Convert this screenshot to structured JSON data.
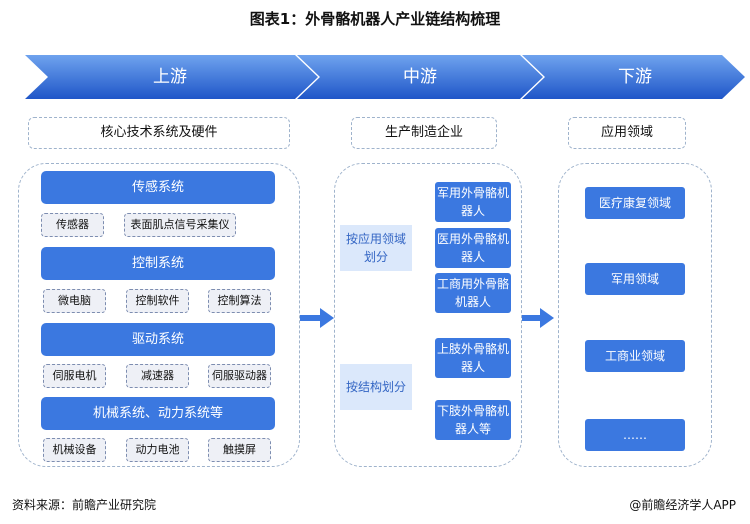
{
  "title": "图表1：外骨骼机器人产业链结构梳理",
  "stages": {
    "upstream": "上游",
    "midstream": "中游",
    "downstream": "下游"
  },
  "section_labels": {
    "upstream": "核心技术系统及硬件",
    "midstream": "生产制造企业",
    "downstream": "应用领域"
  },
  "upstream": {
    "groups": [
      {
        "name": "传感系统",
        "items": [
          "传感器",
          "表面肌点信号采集仪"
        ]
      },
      {
        "name": "控制系统",
        "items": [
          "微电脑",
          "控制软件",
          "控制算法"
        ]
      },
      {
        "name": "驱动系统",
        "items": [
          "伺服电机",
          "减速器",
          "伺服驱动器"
        ]
      },
      {
        "name": "机械系统、动力系统等",
        "items": [
          "机械设备",
          "动力电池",
          "触摸屏"
        ]
      }
    ]
  },
  "midstream": {
    "by_application": {
      "label": "按应用领域划分",
      "items": [
        "军用外骨骼机器人",
        "医用外骨骼机器人",
        "工商用外骨骼机器人"
      ]
    },
    "by_structure": {
      "label": "按结构划分",
      "items": [
        "上肢外骨骼机器人",
        "下肢外骨骼机器人等"
      ]
    }
  },
  "downstream": {
    "items": [
      "医疗康复领域",
      "军用领域",
      "工商业领域",
      "……"
    ]
  },
  "footer": {
    "source": "资料来源：前瞻产业研究院",
    "brand": "@前瞻经济学人APP"
  },
  "colors": {
    "arrow_dark": "#1f56c8",
    "arrow_light": "#6fa3ee",
    "box_blue": "#3b78e0",
    "light_box": "#dbe8fb"
  }
}
